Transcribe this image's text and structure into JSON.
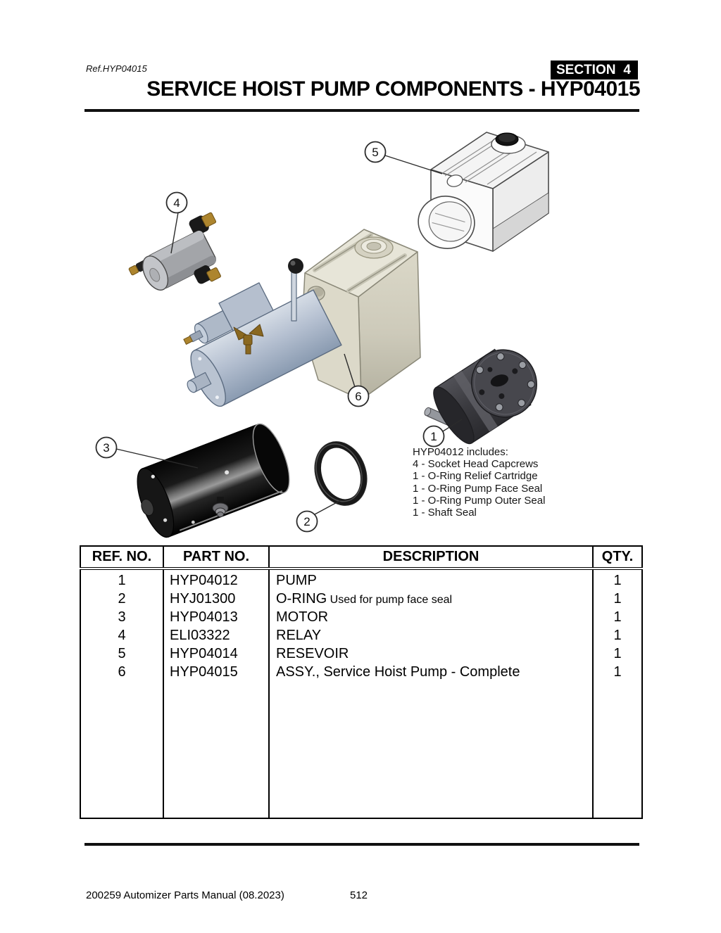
{
  "page": {
    "ref": "Ref.HYP04015",
    "section_label": "SECTION",
    "section_number": "4",
    "title": "SERVICE HOIST PUMP COMPONENTS - HYP04015",
    "footer_left": "200259 Automizer Parts Manual (08.2023)",
    "footer_page": "512"
  },
  "diagram": {
    "callouts": {
      "c1": {
        "num": "1"
      },
      "c2": {
        "num": "2"
      },
      "c3": {
        "num": "3"
      },
      "c4": {
        "num": "4"
      },
      "c5": {
        "num": "5"
      },
      "c6": {
        "num": "6"
      }
    },
    "notes": {
      "title": "HYP04012 includes:",
      "lines": [
        "4 - Socket Head Capcrews",
        "1 - O-Ring Relief Cartridge",
        "1 - O-Ring Pump Face Seal",
        "1 - O-Ring Pump Outer Seal",
        "1 - Shaft Seal"
      ]
    },
    "icon_names": [
      "reservoir-illustration",
      "relay-illustration",
      "assembly-illustration",
      "pump-illustration",
      "motor-illustration",
      "oring-illustration"
    ]
  },
  "table": {
    "headers": [
      "REF. NO.",
      "PART NO.",
      "DESCRIPTION",
      "QTY."
    ],
    "rows": [
      {
        "ref": "1",
        "part": "HYP04012",
        "desc": "PUMP",
        "desc_note": "",
        "qty": "1"
      },
      {
        "ref": "2",
        "part": "HYJ01300",
        "desc": "O-RING",
        "desc_note": " Used for pump face seal",
        "qty": "1"
      },
      {
        "ref": "3",
        "part": "HYP04013",
        "desc": "MOTOR",
        "desc_note": "",
        "qty": "1"
      },
      {
        "ref": "4",
        "part": "ELI03322",
        "desc": "RELAY",
        "desc_note": "",
        "qty": "1"
      },
      {
        "ref": "5",
        "part": "HYP04014",
        "desc": "RESEVOIR",
        "desc_note": "",
        "qty": "1"
      },
      {
        "ref": "6",
        "part": "HYP04015",
        "desc": "ASSY., Service Hoist Pump - Complete",
        "desc_note": "",
        "qty": "1"
      }
    ]
  },
  "colors": {
    "ink": "#000000",
    "section_box_bg": "#000000",
    "section_box_text": "#ffffff",
    "tank_beige": "#d8d5c5",
    "motor_blue": "#b7c2d2",
    "pump_dark": "#3c3c41",
    "motor_black": "#0c0c0c",
    "relay_gray": "#a3a5a9",
    "brass": "#ad852e"
  }
}
